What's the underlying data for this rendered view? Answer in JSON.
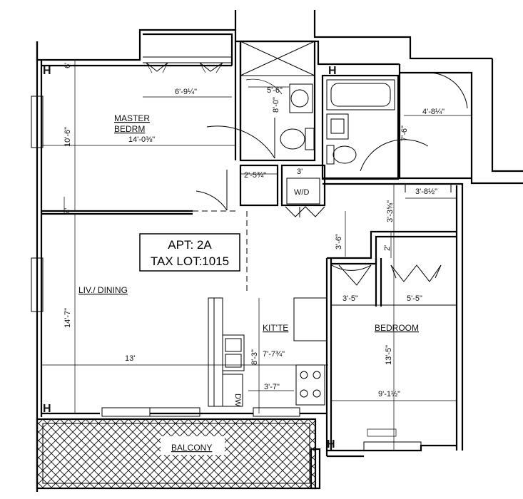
{
  "apartment": {
    "apt_label": "APT: 2A",
    "tax_lot_label": "TAX LOT:1015"
  },
  "rooms": {
    "master_bedroom_line1": "MASTER",
    "master_bedroom_line2": "BEDRM",
    "living_dining": "LIV./ DINING",
    "kitchen": "KIT'TE",
    "bedroom": "BEDROOM",
    "balcony": "BALCONY"
  },
  "dimensions": {
    "master_closet_width": "6'-9¼\"",
    "master_width": "14'-0⅜\"",
    "master_depth": "10'-6\"",
    "bath1_width": "5'-6\"",
    "bath1_depth": "8'-0\"",
    "closet_small": "2'-5¾\"",
    "wd_small": "3'",
    "bath2_width": "4'-8¼\"",
    "bath2_depth": "7'-6\"",
    "hall_width": "3'-8½\"",
    "hall_depth": "3'-3⅝\"",
    "hall_3_6": "3'-6\"",
    "bed_closet_depth": "2'",
    "liv_width": "13'",
    "liv_depth": "14'-7\"",
    "closet_3_5": "3'-5\"",
    "closet_5_5": "5'-5\"",
    "kitchen_8_3": "8'-3\"",
    "kitchen_7_7": "7'-7¾\"",
    "kitchen_3_7": "3'-7\"",
    "bed_depth": "13'-5\"",
    "bed_width": "9'-1½\"",
    "small_4": "4'",
    "small_6": "6'"
  },
  "labels": {
    "wd": "W/D",
    "dw": "DW",
    "h_mark": "H"
  }
}
